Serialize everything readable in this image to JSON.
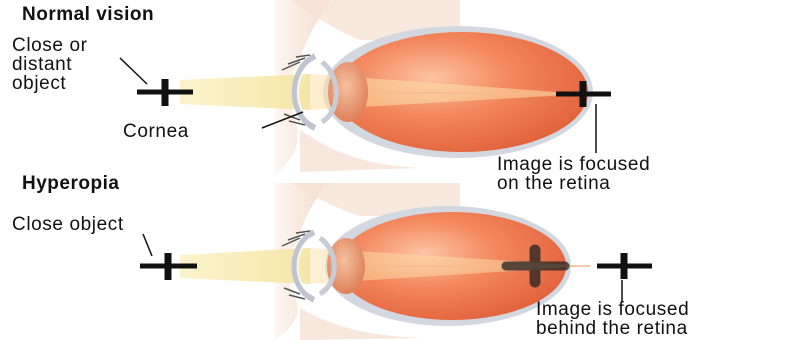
{
  "sections": [
    {
      "heading": "Normal vision",
      "object_label": [
        "Close or",
        "distant",
        "object"
      ],
      "cornea_label": "Cornea",
      "image_label": [
        "Image is focused",
        "on the retina"
      ]
    },
    {
      "heading": "Hyperopia",
      "object_label": [
        "Close object"
      ],
      "image_label": [
        "Image is focused",
        "behind the retina"
      ]
    }
  ],
  "icons": {
    "object_marker": "plus-cross-marker",
    "image_marker": "plus-cross-marker"
  },
  "colors": {
    "eyeball": "#f0744a",
    "eyeball_highlight": "#fbb89a",
    "sclera_ring": "#c8ccd6",
    "skin": "#f8e9df",
    "light_beam": "#f8ecb6",
    "lens": "#e89a72",
    "text": "#111111"
  }
}
